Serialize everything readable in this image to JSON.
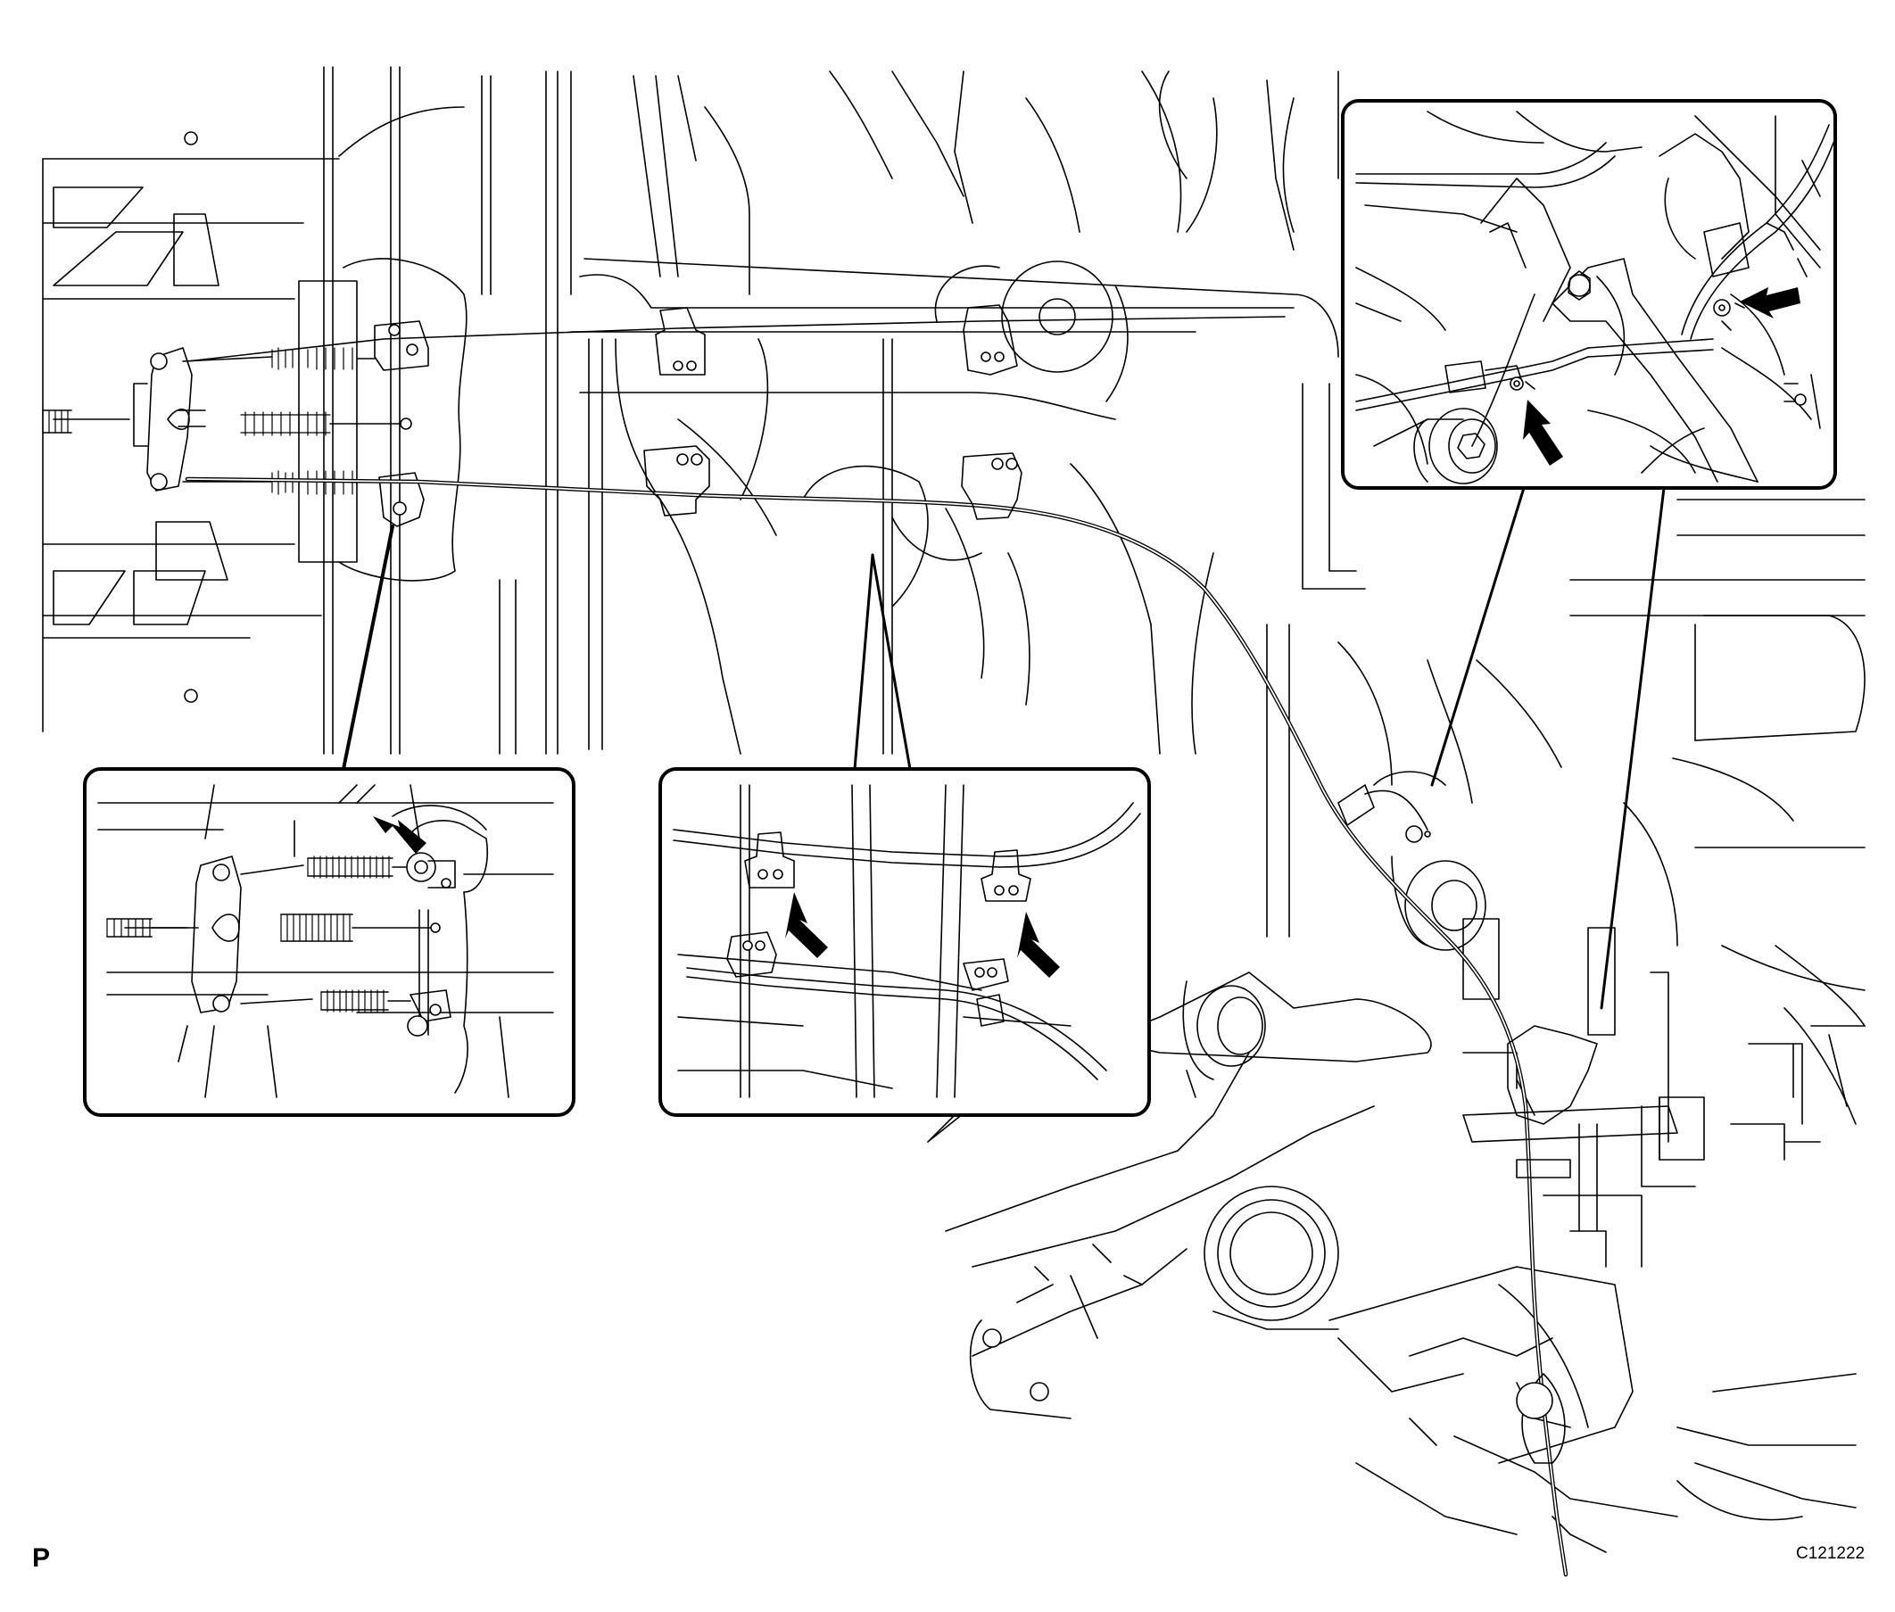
{
  "diagram": {
    "page_letter": "P",
    "figure_code": "C121222"
  },
  "icons": {
    "callout_arrow": "black-pointer-arrow",
    "zoom_leader": "callout-leader-line"
  }
}
